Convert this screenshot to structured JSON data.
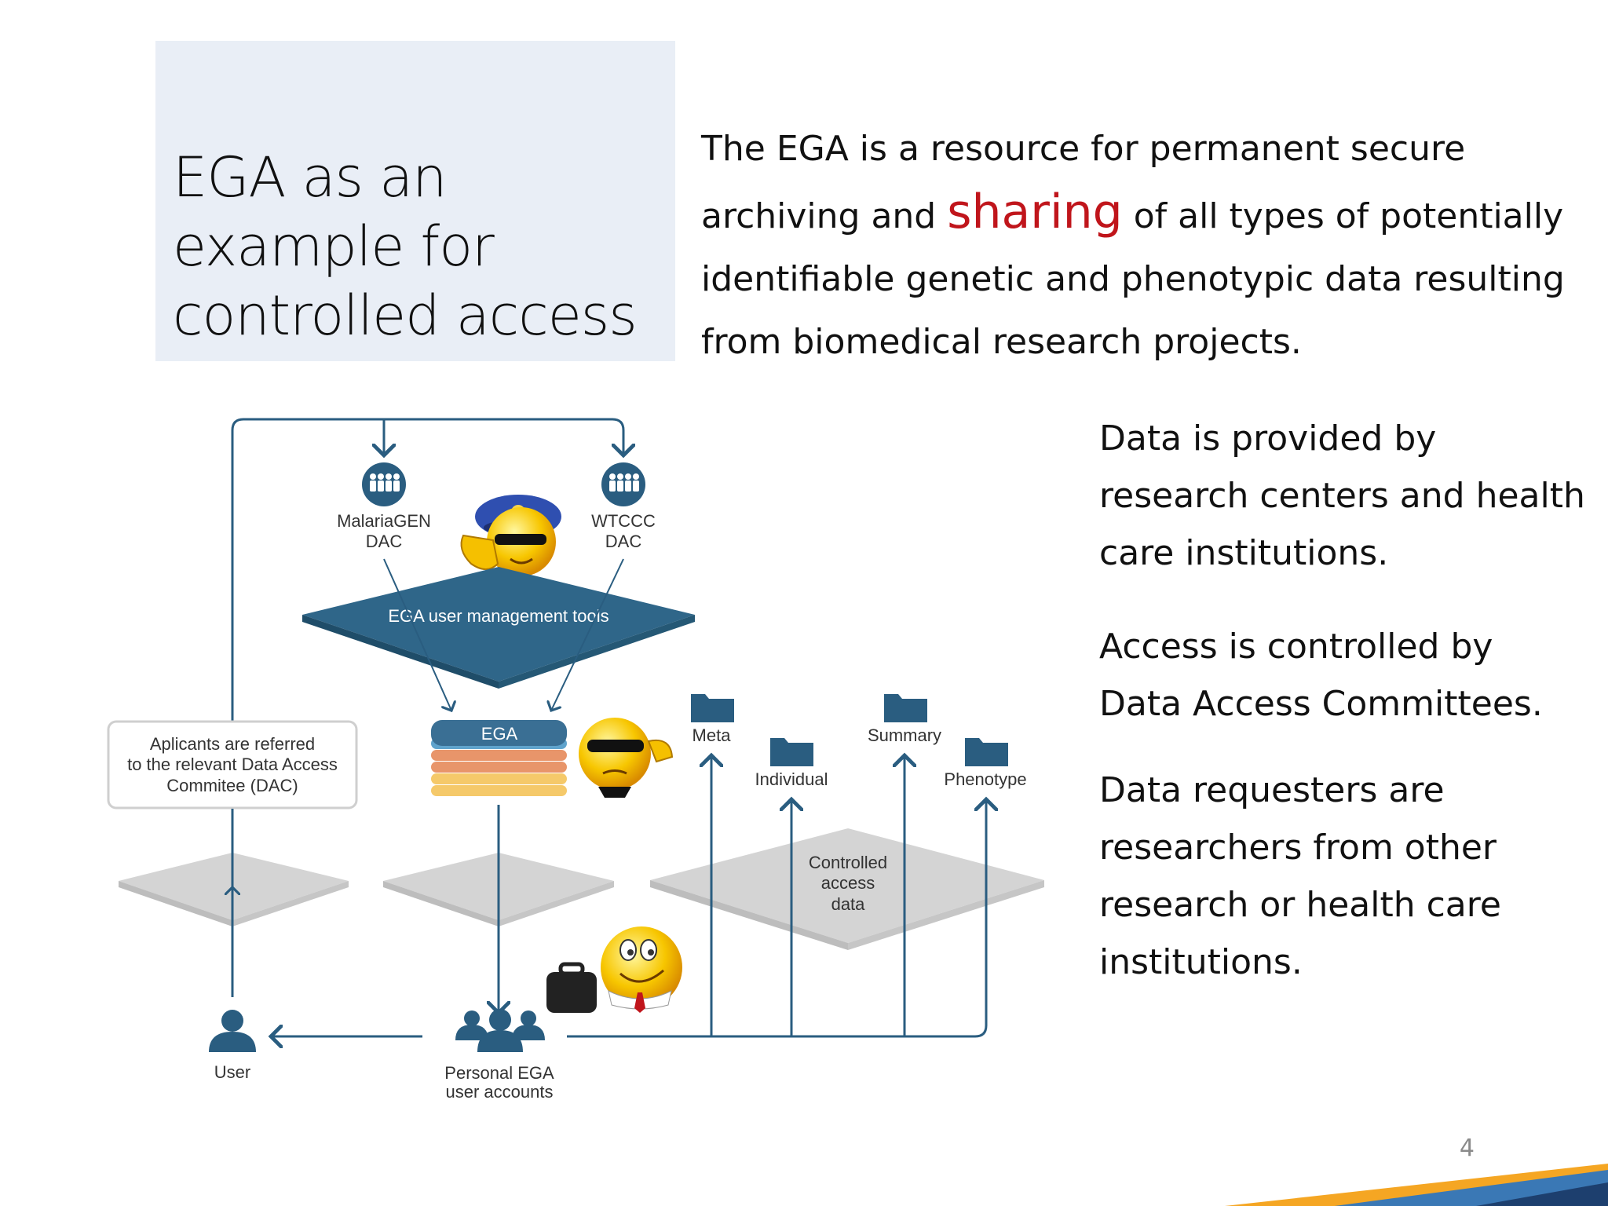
{
  "title": {
    "lines": [
      "EGA as an",
      "example for",
      "controlled access"
    ]
  },
  "intro": {
    "before": "The EGA is a resource for permanent secure archiving and",
    "highlight": "sharing",
    "after": "of all types of potentially identifiable genetic and phenotypic data resulting from biomedical research projects.",
    "highlight_color": "#c0151b"
  },
  "side_text": [
    "Data is provided by research centers and health care institutions.",
    "Access is controlled by Data Access Committees.",
    "Data requesters are researchers from other research or health care institutions."
  ],
  "diagram": {
    "dac_left": [
      "MalariaGEN",
      "DAC"
    ],
    "dac_right": [
      "WTCCC",
      "DAC"
    ],
    "tools_label": "EGA user management tools",
    "ega_label": "EGA",
    "applicants_note": [
      "Aplicants are referred",
      "to the relevant Data Access",
      "Commitee (DAC)"
    ],
    "controlled_data": [
      "Controlled",
      "access",
      "data"
    ],
    "folders": [
      "Meta",
      "Individual",
      "Summary",
      "Phenotype"
    ],
    "user_label": "User",
    "accounts_label": [
      "Personal EGA",
      "user accounts"
    ]
  },
  "page_number": "4",
  "colors": {
    "diagram_blue": "#2a5d80",
    "ega_top": "#3a6f94",
    "ega_stripe_blue": "#5fa3cc",
    "ega_stripe_orange": "#e8956a",
    "ega_stripe_yellow": "#f5c96a",
    "title_box_bg": "#e9eef6"
  }
}
